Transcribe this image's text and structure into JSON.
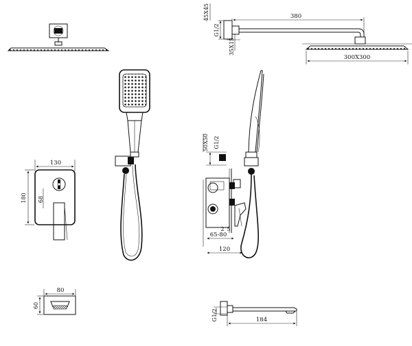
{
  "rain_shower_top": {
    "arm_length": "380",
    "flange_size": "45X45",
    "thread": "G1/2",
    "neck_size": "35X15",
    "head_size": "300X300"
  },
  "handshower_side": {
    "holder_size": "50X50",
    "thread": "G1/2"
  },
  "valve_side": {
    "dim_a": "2",
    "dim_b": "5",
    "depth_range": "65-80",
    "depth_total": "120"
  },
  "valve_plate": {
    "width": "130",
    "height": "180",
    "offset": "68"
  },
  "spout_plate": {
    "width": "80",
    "height": "60"
  },
  "spout_side": {
    "thread": "G1/2",
    "length": "184"
  }
}
